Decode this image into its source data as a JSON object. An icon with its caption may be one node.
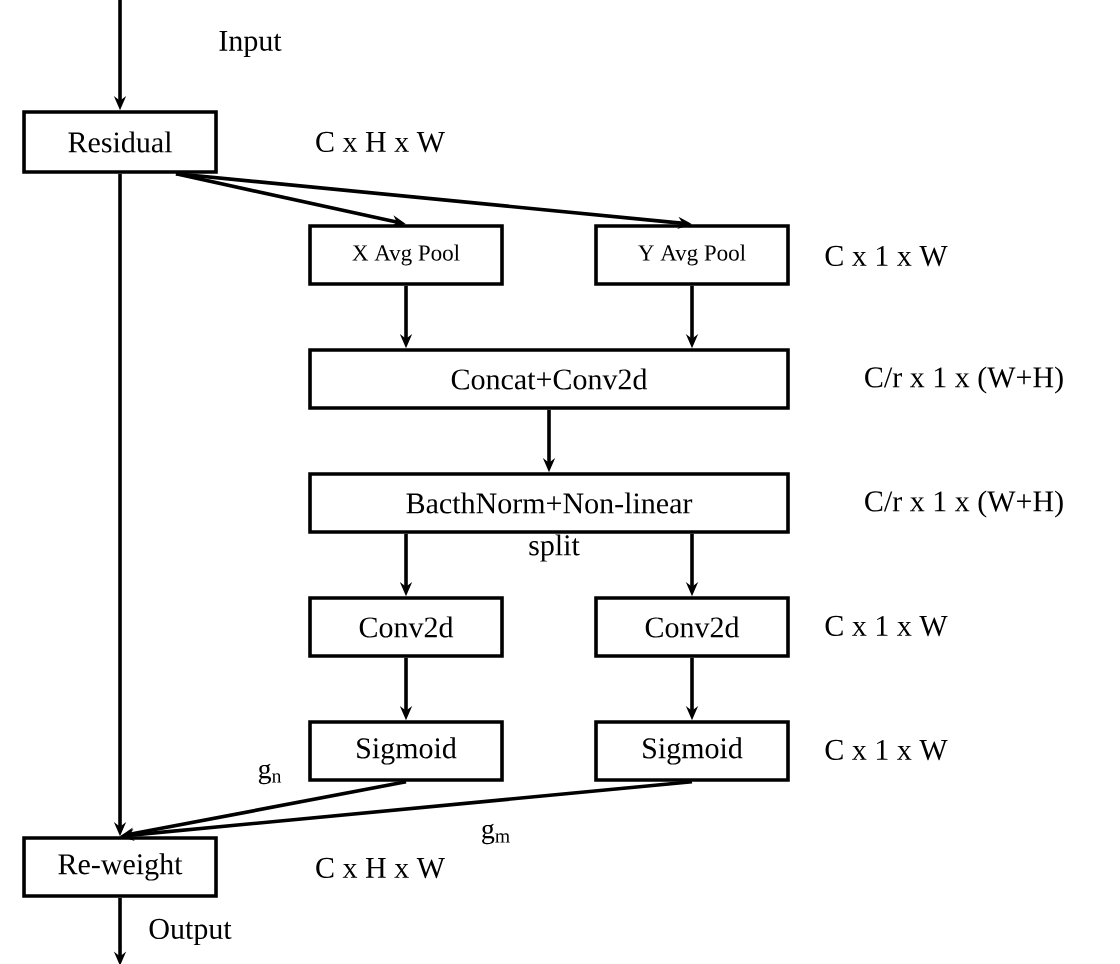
{
  "diagram": {
    "nodes": [
      {
        "text": [
          "Residual"
        ]
      },
      {
        "text": [
          "X Avg Pool"
        ]
      },
      {
        "text": [
          "Y Avg Pool"
        ]
      },
      {
        "text": [
          "Concat+Conv2d"
        ]
      },
      {
        "text": [
          "BacthNorm+Non-linear"
        ]
      },
      {
        "text": [
          "Conv2d"
        ]
      },
      {
        "text": [
          "Conv2d"
        ]
      },
      {
        "text": [
          "Sigmoid"
        ]
      },
      {
        "text": [
          "Sigmoid"
        ]
      },
      {
        "text": [
          "Re-weight"
        ]
      },
      {
        "text": [
          "Output"
        ]
      }
    ],
    "edges": [
      {
        "from": null,
        "to": 0,
        "arrow": "to"
      },
      {
        "from": 0,
        "to": 1,
        "arrow": "to"
      },
      {
        "from": 0,
        "to": 2,
        "arrow": "to"
      },
      {
        "from": 0,
        "to": 9,
        "arrow": "to"
      },
      {
        "from": 1,
        "to": 3,
        "arrow": "to"
      },
      {
        "from": 2,
        "to": 3,
        "arrow": "to"
      },
      {
        "from": 3,
        "to": 4,
        "arrow": "to"
      },
      {
        "from": 4,
        "to": 5,
        "arrow": "to"
      },
      {
        "from": 4,
        "to": 6,
        "arrow": "to"
      },
      {
        "from": 5,
        "to": 7,
        "arrow": "to"
      },
      {
        "from": 6,
        "to": 8,
        "arrow": "to"
      },
      {
        "from": 7,
        "to": 9,
        "arrow": "to",
        "label": "g$_{n}$"
      },
      {
        "from": 8,
        "to": 9,
        "arrow": "to",
        "label": "g$_{m}$"
      },
      {
        "from": 9,
        "to": 10,
        "arrow": "to"
      }
    ],
    "labels": [
      "Input",
      "C x H x W",
      "C x 1 x W",
      "C/r x 1 x (W+H)",
      "C/r x 1 x (W+H)",
      "split",
      "C x 1 x W",
      "C x 1 x W",
      "C x H x W"
    ]
  }
}
